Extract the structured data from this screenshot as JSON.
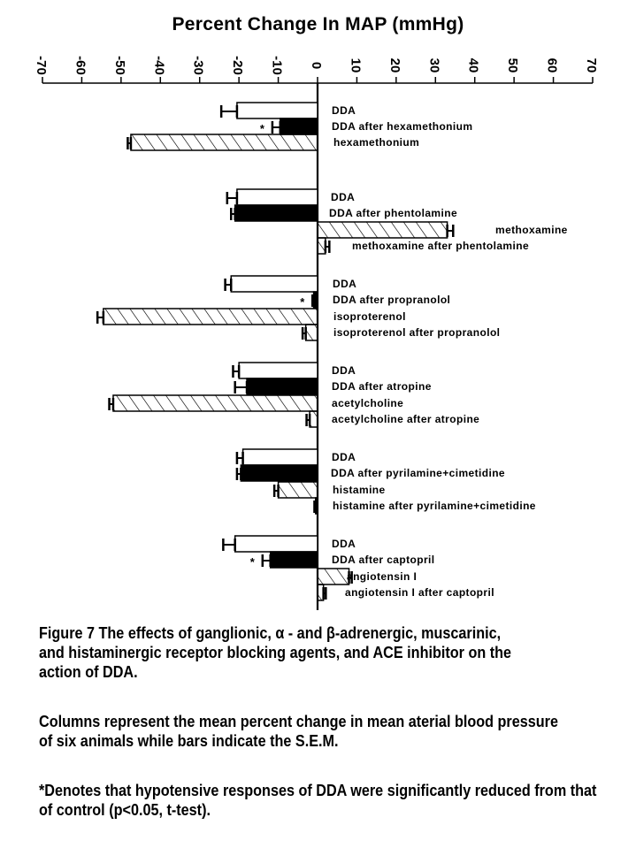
{
  "chart_data": {
    "type": "bar",
    "orientation": "horizontal",
    "title": "Percent Change In MAP (mmHg)",
    "xlabel": "Percent Change In MAP (mmHg)",
    "ylabel": "",
    "xlim": [
      -70,
      70
    ],
    "xticks": [
      "-70",
      "-60",
      "-50",
      "-40",
      "-30",
      "-20",
      "-10",
      "0",
      "10",
      "20",
      "30",
      "40",
      "50",
      "60",
      "70"
    ],
    "xtick_values": [
      -70,
      -60,
      -50,
      -40,
      -30,
      -20,
      -10,
      0,
      10,
      20,
      30,
      40,
      50,
      60,
      70
    ],
    "grid": false,
    "legend": "none (labels beside bars)",
    "bar_styles": {
      "DDA": "white",
      "DDA after blocker": "black",
      "agonist": "hatched",
      "agonist after blocker": "hatched-small"
    },
    "groups": [
      {
        "name": "hexamethonium",
        "bars": [
          {
            "label": "DDA",
            "value": -20.5,
            "sem": 4.0,
            "style": "white",
            "significant": false
          },
          {
            "label": "DDA after hexamethonium",
            "value": -9.5,
            "sem": 2.0,
            "style": "black",
            "significant": true
          },
          {
            "label": "hexamethonium",
            "value": -47.5,
            "sem": 0.8,
            "style": "hatched",
            "significant": false
          }
        ]
      },
      {
        "name": "phentolamine",
        "bars": [
          {
            "label": "DDA",
            "value": -20.5,
            "sem": 2.5,
            "style": "white",
            "significant": false
          },
          {
            "label": "DDA after phentolamine",
            "value": -21.0,
            "sem": 1.0,
            "style": "black",
            "significant": false
          },
          {
            "label": "methoxamine",
            "value": 33.0,
            "sem": 1.5,
            "style": "hatched",
            "significant": false
          },
          {
            "label": "methoxamine after phentolamine",
            "value": 2.0,
            "sem": 1.0,
            "style": "hatched",
            "significant": false
          }
        ]
      },
      {
        "name": "propranolol",
        "bars": [
          {
            "label": "DDA",
            "value": -22.0,
            "sem": 1.5,
            "style": "white",
            "significant": false
          },
          {
            "label": "DDA after propranolol",
            "value": -1.0,
            "sem": 0.3,
            "style": "black",
            "significant": true
          },
          {
            "label": "isoproterenol",
            "value": -54.5,
            "sem": 1.5,
            "style": "hatched",
            "significant": false
          },
          {
            "label": "isoproterenol after propranolol",
            "value": -3.0,
            "sem": 0.8,
            "style": "hatched",
            "significant": false
          }
        ]
      },
      {
        "name": "atropine",
        "bars": [
          {
            "label": "DDA",
            "value": -20.0,
            "sem": 1.5,
            "style": "white",
            "significant": false
          },
          {
            "label": "DDA after atropine",
            "value": -18.0,
            "sem": 3.0,
            "style": "black",
            "significant": false
          },
          {
            "label": "acetylcholine",
            "value": -52.0,
            "sem": 1.0,
            "style": "hatched",
            "significant": false
          },
          {
            "label": "acetylcholine after atropine",
            "value": -2.0,
            "sem": 0.8,
            "style": "hatched",
            "significant": false
          }
        ]
      },
      {
        "name": "pyrilamine+cimetidine",
        "bars": [
          {
            "label": "DDA",
            "value": -19.0,
            "sem": 1.5,
            "style": "white",
            "significant": false
          },
          {
            "label": "DDA after pyrilamine+cimetidine",
            "value": -19.5,
            "sem": 1.0,
            "style": "black",
            "significant": false
          },
          {
            "label": "histamine",
            "value": -10.0,
            "sem": 1.0,
            "style": "hatched",
            "significant": false
          },
          {
            "label": "histamine after pyrilamine+cimetidine",
            "value": -0.5,
            "sem": 0.3,
            "style": "black",
            "significant": false
          }
        ]
      },
      {
        "name": "captopril",
        "bars": [
          {
            "label": "DDA",
            "value": -21.0,
            "sem": 3.0,
            "style": "white",
            "significant": false
          },
          {
            "label": "DDA after captopril",
            "value": -12.0,
            "sem": 2.0,
            "style": "black",
            "significant": true
          },
          {
            "label": "angiotensin I",
            "value": 8.0,
            "sem": 0.7,
            "style": "hatched",
            "significant": false
          },
          {
            "label": "angiotensin I after captopril",
            "value": 1.5,
            "sem": 0.6,
            "style": "hatched",
            "significant": false
          }
        ]
      }
    ],
    "annotations": [
      "*"
    ]
  },
  "caption": {
    "figure": [
      "Figure 7  The effects of ganglionic, α - and β-adrenergic, muscarinic,",
      "and histaminergic receptor blocking agents, and ACE inhibitor on the",
      "action of DDA."
    ],
    "columns": [
      "Columns represent the mean percent change in mean aterial blood pressure",
      "of six animals while bars indicate the S.E.M."
    ],
    "significance": [
      "*Denotes that hypotensive responses of DDA were significantly reduced from that",
      "of control (p<0.05, t-test)."
    ]
  }
}
